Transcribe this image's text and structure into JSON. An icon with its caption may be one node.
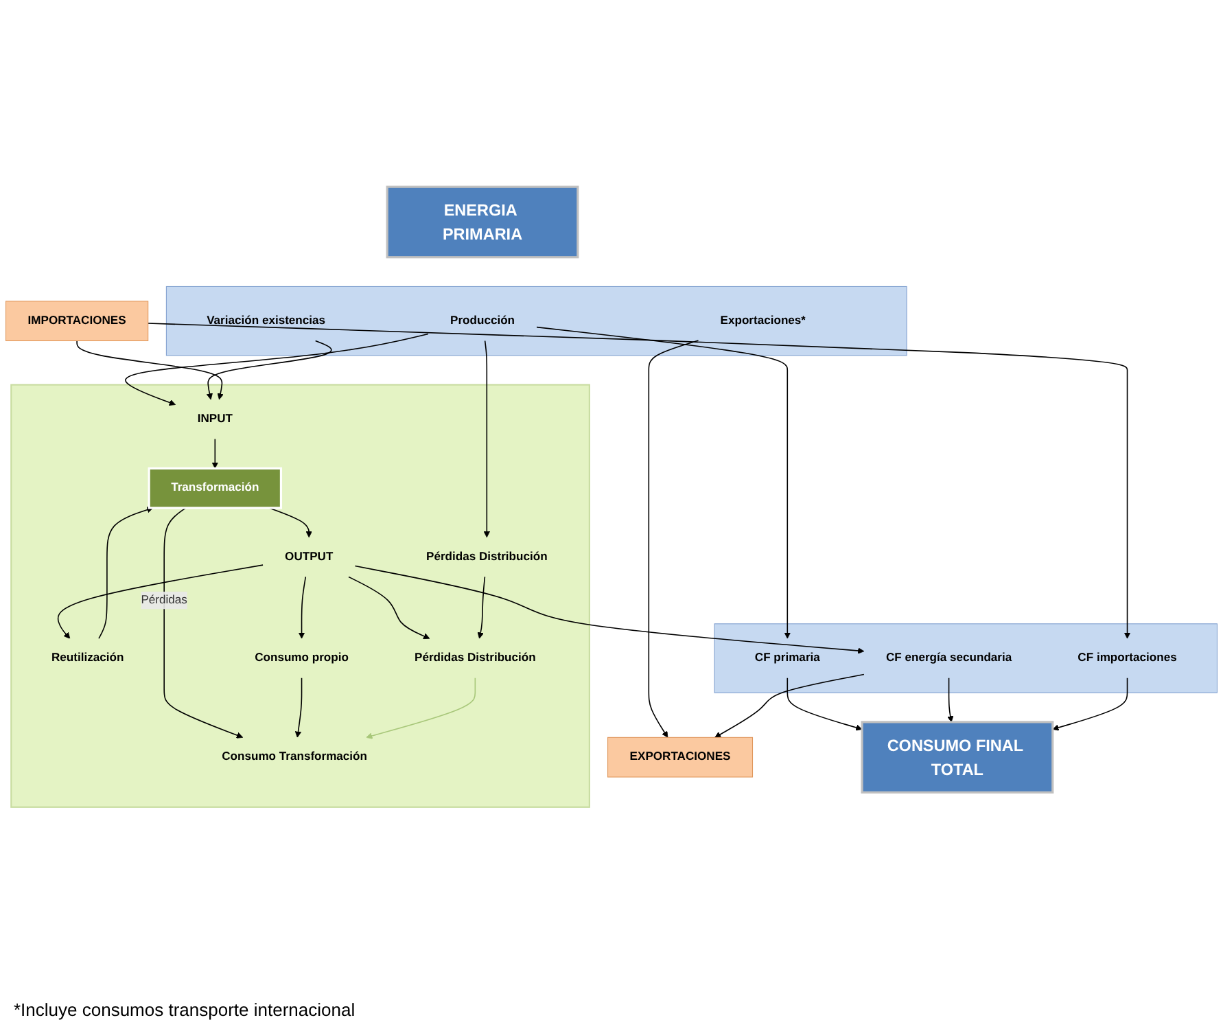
{
  "diagram": {
    "caption": "*Incluye consumos transporte internacional",
    "nodes": [
      {
        "text": [
          "ENERGIA PRIMARIA"
        ]
      },
      {
        "text": [],
        "shape": "bar"
      },
      {
        "text": [
          "Producción"
        ],
        "in": 1
      },
      {
        "text": [
          "Variación existencias"
        ],
        "in": 1
      },
      {
        "text": [
          "Exportaciones*"
        ],
        "in": 1
      },
      {
        "text": [
          "IMPORTACIONES"
        ]
      },
      {
        "text": [],
        "shape": "box"
      },
      {
        "text": [
          "INPUT"
        ],
        "in": 6
      },
      {
        "text": [
          "Transformación"
        ],
        "in": 6
      },
      {
        "text": [
          "Consumo Transformación"
        ],
        "in": 6
      },
      {
        "text": [
          "OUTPUT"
        ],
        "in": 6
      },
      {
        "text": [
          "Reutilización"
        ],
        "in": 6
      },
      {
        "text": [
          "Consumo propio"
        ],
        "in": 6
      },
      {
        "text": [
          "Pérdidas Distribución"
        ],
        "in": 6
      },
      {
        "text": [
          "Pérdidas Distribución"
        ],
        "in": 6
      },
      {
        "text": [],
        "shape": "bar"
      },
      {
        "text": [
          "CF primaria"
        ],
        "in": 15
      },
      {
        "text": [
          "CF energía secundaria"
        ],
        "in": 15
      },
      {
        "text": [
          "CF importaciones"
        ],
        "in": 15
      },
      {
        "text": [
          "EXPORTACIONES"
        ]
      },
      {
        "text": [
          "CONSUMO FINAL TOTAL"
        ]
      }
    ],
    "edges": [
      {
        "from": 4,
        "to": 19,
        "arrow": "to"
      },
      {
        "from": 2,
        "to": 7,
        "arrow": "to"
      },
      {
        "from": 3,
        "to": 7,
        "arrow": "to"
      },
      {
        "from": 5,
        "to": 7,
        "arrow": "to"
      },
      {
        "from": 7,
        "to": 8,
        "arrow": "to"
      },
      {
        "from": 8,
        "to": 9,
        "arrow": "to",
        "label": "Pérdidas"
      },
      {
        "from": 8,
        "to": 10,
        "arrow": "to"
      },
      {
        "from": 10,
        "to": 11,
        "arrow": "to"
      },
      {
        "from": 11,
        "to": 8,
        "arrow": "to"
      },
      {
        "from": 10,
        "to": 12,
        "arrow": "to"
      },
      {
        "from": 12,
        "to": 9,
        "arrow": "to"
      },
      {
        "from": 2,
        "to": 13,
        "arrow": "to"
      },
      {
        "from": 2,
        "to": 16,
        "arrow": "to"
      },
      {
        "from": 10,
        "to": 14,
        "arrow": "to"
      },
      {
        "from": 10,
        "to": 17,
        "arrow": "to"
      },
      {
        "from": 13,
        "to": 14,
        "arrow": "to"
      },
      {
        "from": 14,
        "to": 9,
        "arrow": "to",
        "color": "#a8c77a"
      },
      {
        "from": 5,
        "to": 18,
        "arrow": "to"
      },
      {
        "from": 16,
        "to": 20,
        "arrow": "to"
      },
      {
        "from": 17,
        "to": 20,
        "arrow": "to"
      },
      {
        "from": 18,
        "to": 20,
        "arrow": "to"
      },
      {
        "from": 17,
        "to": 19,
        "arrow": "to"
      }
    ]
  }
}
